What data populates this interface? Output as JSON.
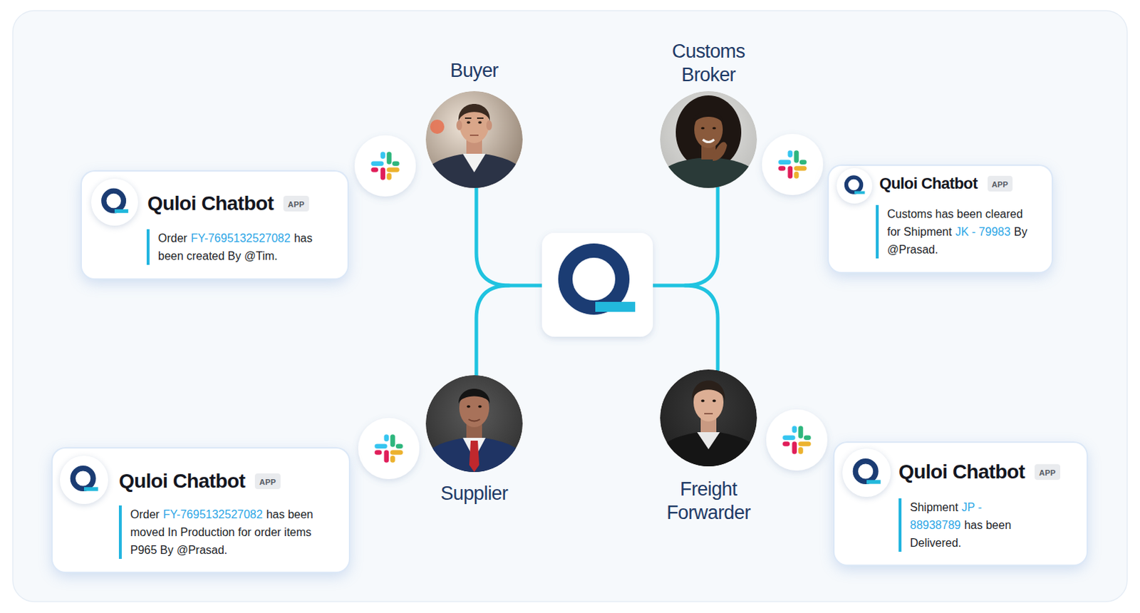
{
  "diagram": {
    "nodes": [
      {
        "text": [
          "Buyer"
        ]
      },
      {
        "text": [
          "Customs Broker"
        ]
      },
      {
        "text": [
          "Quloi Chatbot",
          "Order",
          "FY-7695132527082",
          "has been created By @Tim."
        ]
      },
      {
        "text": [
          "APP"
        ],
        "in": 2
      },
      {
        "text": [
          "Quloi Chatbot",
          "Customs has been cleared for Shipment",
          "JK - 79983",
          "By @Prasad."
        ]
      },
      {
        "text": [
          "APP"
        ],
        "in": 4
      },
      {
        "text": [
          "Supplier"
        ]
      },
      {
        "text": [
          "Freight Forwarder"
        ]
      },
      {
        "text": [
          "Quloi Chatbot",
          "Order",
          "FY-7695132527082",
          "has been moved In Production for order items P965 By @Prasad."
        ]
      },
      {
        "text": [
          "APP"
        ],
        "in": 8
      },
      {
        "text": [
          "Quloi Chatbot",
          "Shipment",
          "JP - 88938789",
          "has been Delivered."
        ]
      },
      {
        "text": [
          "APP"
        ],
        "in": 10
      }
    ]
  }
}
